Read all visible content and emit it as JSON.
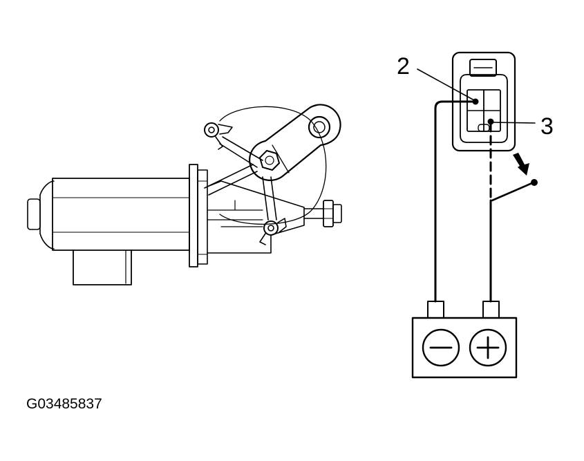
{
  "diagram": {
    "callouts": [
      {
        "id": "callout-2",
        "label": "2"
      },
      {
        "id": "callout-3",
        "label": "3"
      }
    ],
    "battery": {
      "negative_symbol": "−",
      "positive_symbol": "+"
    },
    "figure_id": "G03485837"
  }
}
